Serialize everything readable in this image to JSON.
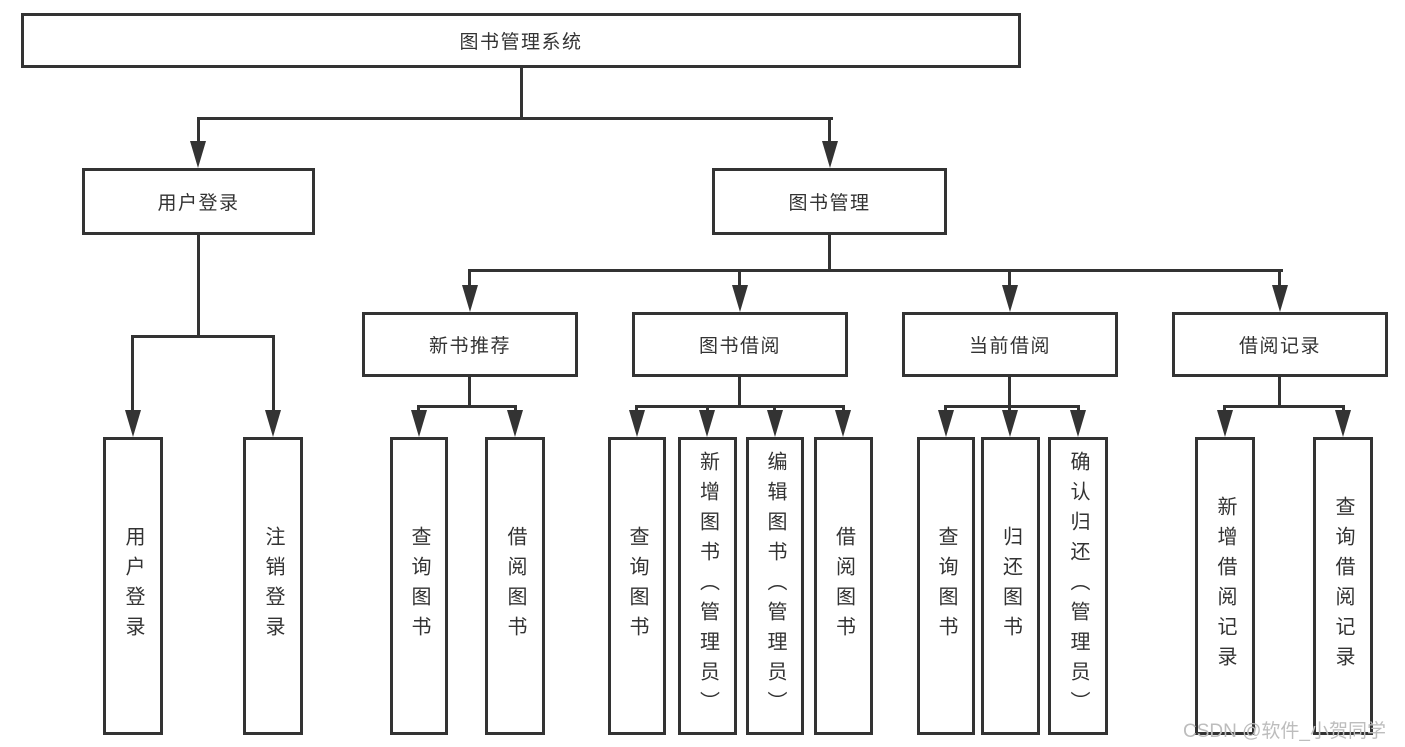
{
  "diagram": {
    "root": "图书管理系统",
    "branches": [
      {
        "label": "用户登录",
        "leaves": [
          "用户登录",
          "注销登录"
        ]
      },
      {
        "label": "图书管理",
        "groups": [
          {
            "label": "新书推荐",
            "leaves": [
              "查询图书",
              "借阅图书"
            ]
          },
          {
            "label": "图书借阅",
            "leaves": [
              "查询图书",
              "新增图书（管理员）",
              "编辑图书（管理员）",
              "借阅图书"
            ]
          },
          {
            "label": "当前借阅",
            "leaves": [
              "查询图书",
              "归还图书",
              "确认归还（管理员）"
            ]
          },
          {
            "label": "借阅记录",
            "leaves": [
              "新增借阅记录",
              "查询借阅记录"
            ]
          }
        ]
      }
    ]
  },
  "watermark": {
    "text": "CSDN @软件_小贺同学"
  },
  "colors": {
    "line": "#333333",
    "text": "#333333",
    "background": "#ffffff",
    "watermark": "#bdbdbd"
  }
}
